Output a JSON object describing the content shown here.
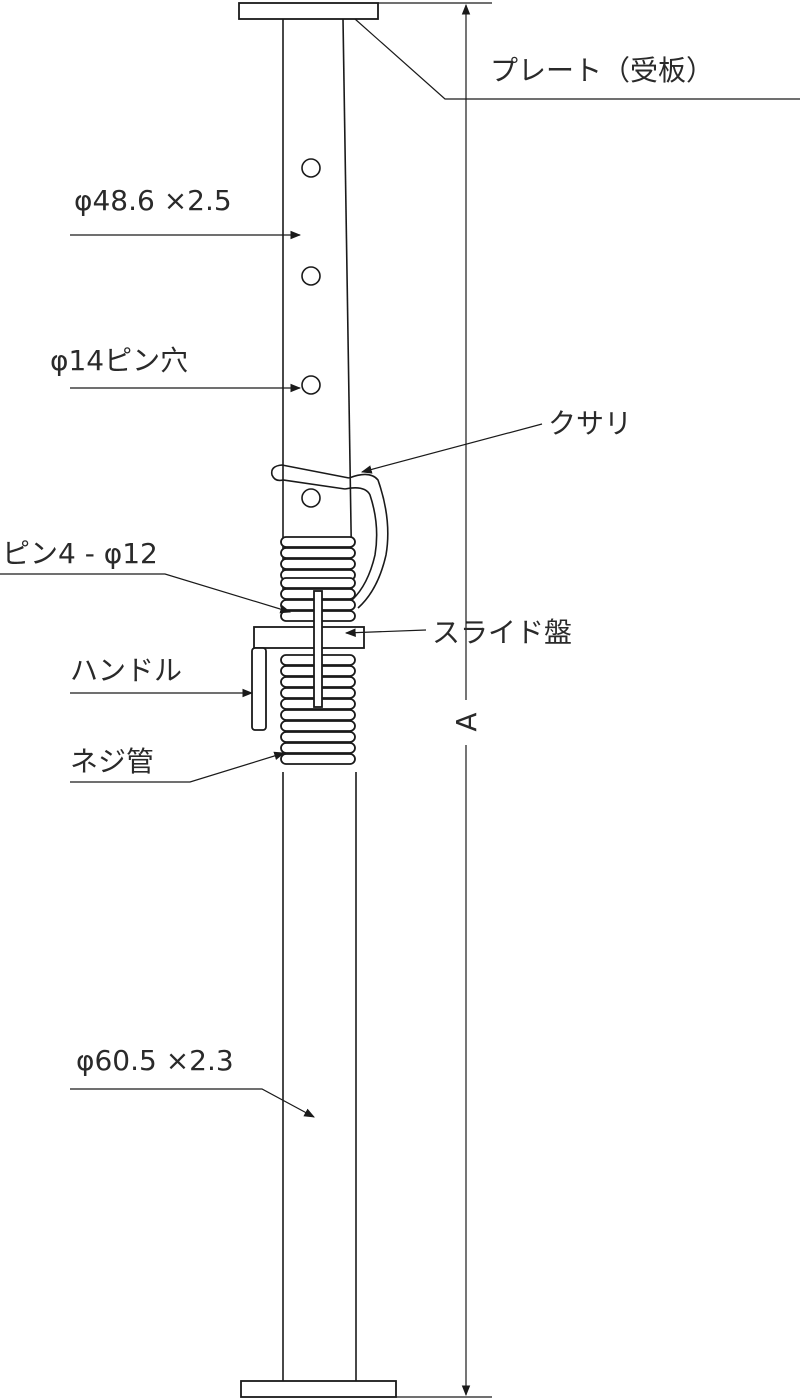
{
  "labels": {
    "plate": "プレート（受板）",
    "inner_pipe": "φ48.6 ×2.5",
    "pin_hole": "φ14ピン穴",
    "chain": "クサリ",
    "pin": "ピン4 - φ12",
    "slide_plate": "スライド盤",
    "handle": "ハンドル",
    "screw_pipe": "ネジ管",
    "outer_pipe": "φ60.5 ×2.3",
    "dimension": "A"
  }
}
